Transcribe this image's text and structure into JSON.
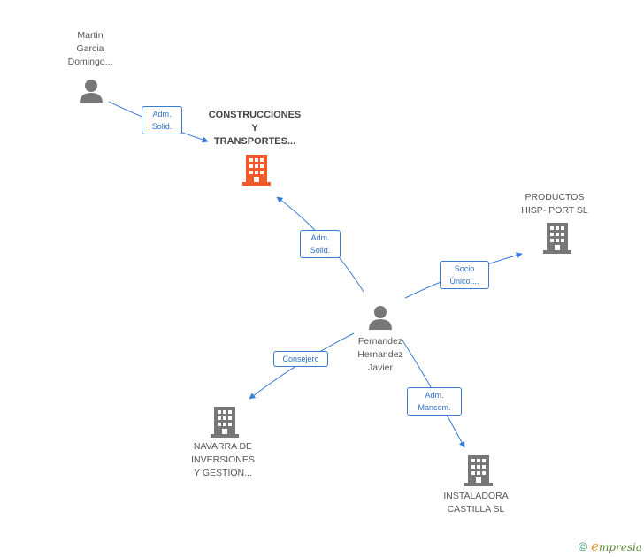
{
  "nodes": {
    "martin": {
      "label": "Martin\nGarcia\nDomingo...",
      "type": "person"
    },
    "construcciones": {
      "label": "CONSTRUCCIONES\nY\nTRANSPORTES...",
      "type": "company-main"
    },
    "productos": {
      "label": "PRODUCTOS\nHISP- PORT  SL",
      "type": "company"
    },
    "fernandez": {
      "label": "Fernandez\nHernandez\nJavier",
      "type": "person"
    },
    "navarra": {
      "label": "NAVARRA DE\nINVERSIONES\nY GESTION...",
      "type": "company"
    },
    "instaladora": {
      "label": "INSTALADORA\nCASTILLA SL",
      "type": "company"
    }
  },
  "edges": {
    "martin_construcciones": "Adm.\nSolid.",
    "fernandez_construcciones": "Adm.\nSolid.",
    "fernandez_productos": "Socio\nÚnico,...",
    "fernandez_navarra": "Consejero",
    "fernandez_instaladora": "Adm.\nMancom."
  },
  "footer": {
    "copyright": "©",
    "brand_initial": "e",
    "brand_rest": "mpresia"
  },
  "colors": {
    "edge": "#3a7bd5",
    "person_icon": "#777777",
    "company_icon": "#777777",
    "main_company_icon": "#f05a28"
  }
}
